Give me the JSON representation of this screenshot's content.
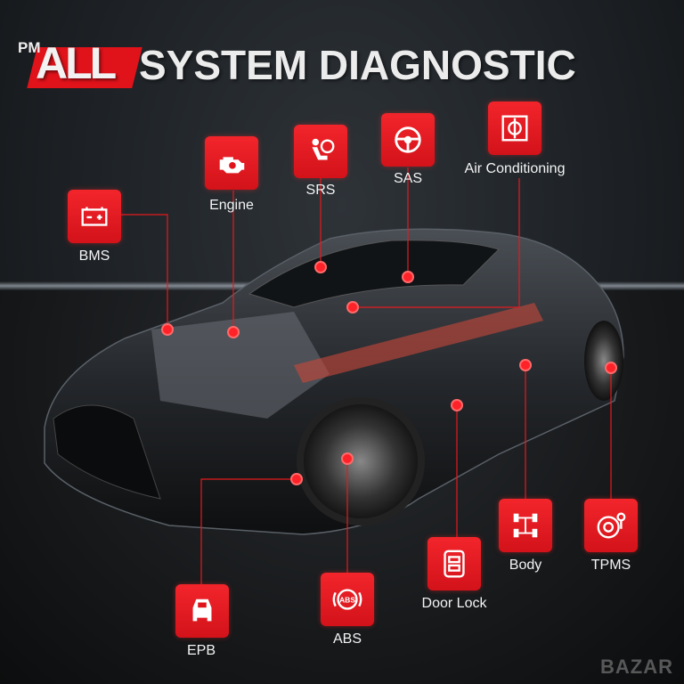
{
  "header": {
    "prefix": "PM",
    "title_highlight": "ALL",
    "title_rest": "SYSTEM DIAGNOSTIC"
  },
  "systems": [
    {
      "id": "bms",
      "label": "BMS",
      "icon": "battery-icon"
    },
    {
      "id": "engine",
      "label": "Engine",
      "icon": "engine-icon"
    },
    {
      "id": "srs",
      "label": "SRS",
      "icon": "airbag-icon"
    },
    {
      "id": "sas",
      "label": "SAS",
      "icon": "steering-wheel-icon"
    },
    {
      "id": "ac",
      "label": "Air Conditioning",
      "icon": "air-conditioning-icon"
    },
    {
      "id": "body",
      "label": "Body",
      "icon": "chassis-icon"
    },
    {
      "id": "tpms",
      "label": "TPMS",
      "icon": "tire-pressure-icon"
    },
    {
      "id": "doorlock",
      "label": "Door Lock",
      "icon": "door-lock-icon"
    },
    {
      "id": "abs",
      "label": "ABS",
      "icon": "abs-icon"
    },
    {
      "id": "epb",
      "label": "EPB",
      "icon": "parking-brake-icon"
    }
  ],
  "watermark": "BAZAR",
  "colors": {
    "accent": "#e0121a",
    "background": "#1d2125"
  }
}
